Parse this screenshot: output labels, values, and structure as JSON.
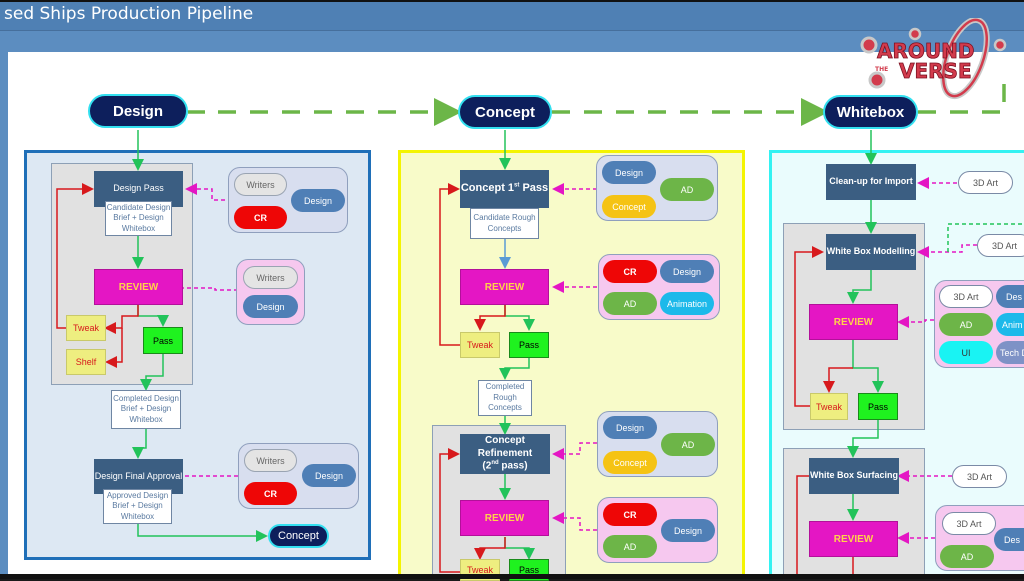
{
  "window": {
    "title": "sed Ships Production Pipeline"
  },
  "logo": {
    "text_top": "AROUND",
    "text_small": "THE",
    "text_bottom": "VERSE"
  },
  "phases": {
    "design": "Design",
    "concept": "Concept",
    "whitebox": "Whitebox"
  },
  "colors": {
    "phase_fill": "#0d1f5c",
    "phase_outline": "#33e0f0",
    "flow_green": "#22c35a",
    "loop_red": "#d7191c",
    "input_magenta": "#e416c4",
    "design_lane": "#dde8f3",
    "concept_lane": "#f8fbc9",
    "whitebox_lane": "#eafcfd"
  },
  "design_lane": {
    "task1": "Design Pass",
    "doc1": "Candidate Design Brief + Design Whitebox",
    "review": "REVIEW",
    "tweak": "Tweak",
    "shelf": "Shelf",
    "pass": "Pass",
    "doc2": "Completed Design Brief + Design Whitebox",
    "task2": "Design Final Approval",
    "doc3": "Approved Design Brief + Design Whitebox",
    "next": "Concept",
    "group1": [
      "Writers",
      "Design",
      "CR"
    ],
    "group2": [
      "Writers",
      "Design"
    ],
    "group3": [
      "Writers",
      "Design",
      "CR"
    ]
  },
  "concept_lane": {
    "task1_main": "Concept 1",
    "task1_sup": "st",
    "task1_tail": " Pass",
    "doc1": "Candidate Rough Concepts",
    "review": "REVIEW",
    "tweak": "Tweak",
    "pass": "Pass",
    "doc2": "Completed Rough Concepts",
    "task2_line1": "Concept",
    "task2_line2": "Refinement",
    "task2_pre": "(2",
    "task2_sup": "nd",
    "task2_post": " pass)",
    "review2": "REVIEW",
    "tweak2": "Tweak",
    "pass2": "Pass",
    "group1": [
      "Design",
      "AD",
      "Concept"
    ],
    "group2": [
      "CR",
      "Design",
      "AD",
      "Animation"
    ],
    "group3": [
      "Design",
      "AD",
      "Concept"
    ],
    "group4": [
      "CR",
      "Design",
      "AD"
    ]
  },
  "whitebox_lane": {
    "task1": "Clean-up for Import",
    "task1_input": "3D Art",
    "task2": "White Box Modelling",
    "task2_input": "3D Art",
    "review": "REVIEW",
    "tweak": "Tweak",
    "pass": "Pass",
    "task3": "White Box Surfacing",
    "task3_input": "3D Art",
    "review2": "REVIEW",
    "group1": [
      "3D Art",
      "Des",
      "AD",
      "Anim",
      "UI",
      "Tech D"
    ],
    "group2": [
      "3D Art",
      "Des",
      "AD"
    ]
  }
}
